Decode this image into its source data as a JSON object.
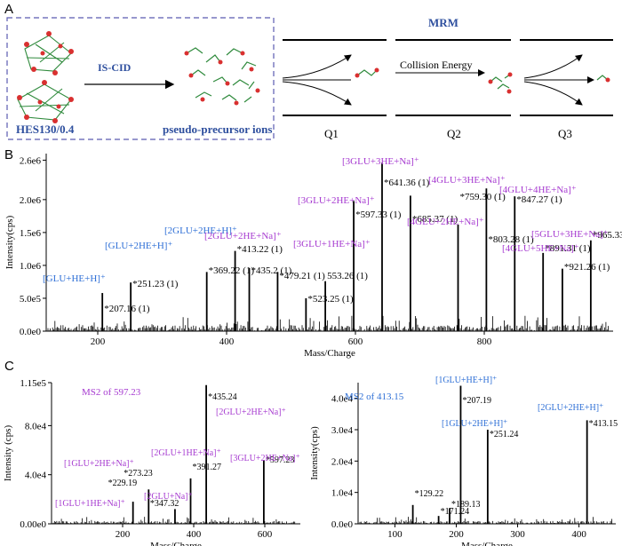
{
  "panels": {
    "a": "A",
    "b": "B",
    "c": "C"
  },
  "panel_a": {
    "sample_label": "HES130/0.4",
    "arrow_label": "IS-CID",
    "fragments_label": "pseudo-precursor ions",
    "mrm_label": "MRM",
    "collision_label": "Collision Energy",
    "quads": [
      "Q1",
      "Q2",
      "Q3"
    ],
    "colors": {
      "blue": "#2e4f9e",
      "dash": "#5a5ab0",
      "green": "#2f8a3c",
      "red": "#d93030"
    }
  },
  "chart_data": [
    {
      "type": "line",
      "panel": "B",
      "xlabel": "Mass/Charge",
      "ylabel": "Intensity(cps)",
      "xlim": [
        120,
        1000
      ],
      "ylim": [
        0,
        2700000
      ],
      "x_ticks": [
        200,
        400,
        600,
        800
      ],
      "y_ticks": [
        "0.0e0",
        "5.0e5",
        "1.0e6",
        "1.5e6",
        "2.0e6",
        "2.6e6"
      ],
      "y_tick_values": [
        0,
        500000,
        1000000,
        1500000,
        2000000,
        2600000
      ],
      "peaks": [
        {
          "x": 207.16,
          "y": 580000,
          "label": "*207.16 (1)"
        },
        {
          "x": 251.23,
          "y": 740000,
          "label": "*251.23 (1)"
        },
        {
          "x": 369.22,
          "y": 900000,
          "label": "*369.22 (1)"
        },
        {
          "x": 413.22,
          "y": 1220000,
          "label": "*413.22 (1)"
        },
        {
          "x": 435.21,
          "y": 960000,
          "label": "*435.2 (1)"
        },
        {
          "x": 479.21,
          "y": 900000,
          "label": "*479.21 (1)"
        },
        {
          "x": 523.25,
          "y": 500000,
          "label": "*523.25 (1)"
        },
        {
          "x": 553.26,
          "y": 760000,
          "label": "553.26 (1)"
        },
        {
          "x": 597.33,
          "y": 1980000,
          "label": "*597.33 (1)"
        },
        {
          "x": 641.36,
          "y": 2560000,
          "label": "*641.36 (1)"
        },
        {
          "x": 685.37,
          "y": 2060000,
          "label": "*685.37 (1)"
        },
        {
          "x": 759.3,
          "y": 1620000,
          "label": "*759.30 (1)"
        },
        {
          "x": 803.28,
          "y": 2170000,
          "label": "*803.28 (1)"
        },
        {
          "x": 847.27,
          "y": 2050000,
          "label": "*847.27 (1)"
        },
        {
          "x": 891.31,
          "y": 1190000,
          "label": "*891.31 (1)"
        },
        {
          "x": 921.26,
          "y": 950000,
          "label": "*921.26 (1)"
        },
        {
          "x": 965.33,
          "y": 1380000,
          "label": "*965.33 (1)"
        }
      ],
      "annotations": [
        {
          "text": "[GLU+HE+H]⁺",
          "color": "blue"
        },
        {
          "text": "[GLU+2HE+H]⁺",
          "color": "blue"
        },
        {
          "text": "[2GLU+2HE+H]⁺",
          "color": "blue"
        },
        {
          "text": "[2GLU+2HE+Na]⁺",
          "color": "purple"
        },
        {
          "text": "[3GLU+1HE+Na]⁺",
          "color": "purple"
        },
        {
          "text": "[3GLU+2HE+Na]⁺",
          "color": "purple"
        },
        {
          "text": "[3GLU+3HE+Na]⁺",
          "color": "purple"
        },
        {
          "text": "[4GLU+3HE+Na]⁺",
          "color": "purple"
        },
        {
          "text": "[4GLU+2HE+Na]⁺",
          "color": "purple"
        },
        {
          "text": "[4GLU+4HE+Na]⁺",
          "color": "purple"
        },
        {
          "text": "[4GLU+5HE+Na]⁺",
          "color": "purple"
        },
        {
          "text": "[5GLU+3HE+Na]⁺",
          "color": "purple"
        }
      ]
    },
    {
      "type": "line",
      "panel": "C-left",
      "title": "MS2 of 597.23",
      "xlabel": "Mass/Charge",
      "ylabel": "Intensity (cps)",
      "xlim": [
        0,
        700
      ],
      "ylim": [
        0,
        115000
      ],
      "x_ticks": [
        200,
        400,
        600
      ],
      "y_ticks": [
        "0.00e0",
        "4.0e4",
        "8.0e4",
        "1.15e5"
      ],
      "y_tick_values": [
        0,
        40000,
        80000,
        115000
      ],
      "peaks": [
        {
          "x": 229.19,
          "y": 18000,
          "label": "*229.19"
        },
        {
          "x": 273.23,
          "y": 28000,
          "label": "*273.23"
        },
        {
          "x": 347.32,
          "y": 12000,
          "label": "*347.32"
        },
        {
          "x": 391.27,
          "y": 37000,
          "label": "*391.27"
        },
        {
          "x": 435.24,
          "y": 113000,
          "label": "*435.24"
        },
        {
          "x": 597.23,
          "y": 52000,
          "label": "*597.23"
        }
      ],
      "annotations": [
        {
          "text": "[2GLU+2HE+Na]⁺",
          "color": "purple"
        },
        {
          "text": "[3GLU+2HE+Na]⁺",
          "color": "purple"
        },
        {
          "text": "[2GLU+1HE+Na]⁺",
          "color": "purple"
        },
        {
          "text": "[1GLU+2HE+Na]⁺",
          "color": "purple"
        },
        {
          "text": "[2GLU+Na]⁺",
          "color": "purple"
        },
        {
          "text": "[1GLU+1HE+Na]⁺",
          "color": "purple"
        }
      ]
    },
    {
      "type": "line",
      "panel": "C-right",
      "title": "MS2 of 413.15",
      "xlabel": "Mass/Charge",
      "ylabel": "Intensity(cps)",
      "xlim": [
        40,
        460
      ],
      "ylim": [
        0,
        45000
      ],
      "x_ticks": [
        100,
        200,
        300,
        400
      ],
      "y_ticks": [
        "0.0e0",
        "1.0e4",
        "2.0e4",
        "3.0e4",
        "4.0e4"
      ],
      "y_tick_values": [
        0,
        10000,
        20000,
        30000,
        40000
      ],
      "peaks": [
        {
          "x": 129.22,
          "y": 6000,
          "label": "*129.22"
        },
        {
          "x": 171.24,
          "y": 2500,
          "label": "*171.24"
        },
        {
          "x": 189.13,
          "y": 5000,
          "label": "*189.13"
        },
        {
          "x": 207.19,
          "y": 44000,
          "label": "*207.19"
        },
        {
          "x": 251.24,
          "y": 30000,
          "label": "*251.24"
        },
        {
          "x": 413.15,
          "y": 33000,
          "label": "*413.15"
        }
      ],
      "annotations": [
        {
          "text": "[1GLU+HE+H]⁺",
          "color": "blue"
        },
        {
          "text": "[1GLU+2HE+H]⁺",
          "color": "blue"
        },
        {
          "text": "[2GLU+2HE+H]⁺",
          "color": "blue"
        }
      ]
    }
  ],
  "colors": {
    "blue": "#2e6fd6",
    "purple": "#a63ad0"
  }
}
